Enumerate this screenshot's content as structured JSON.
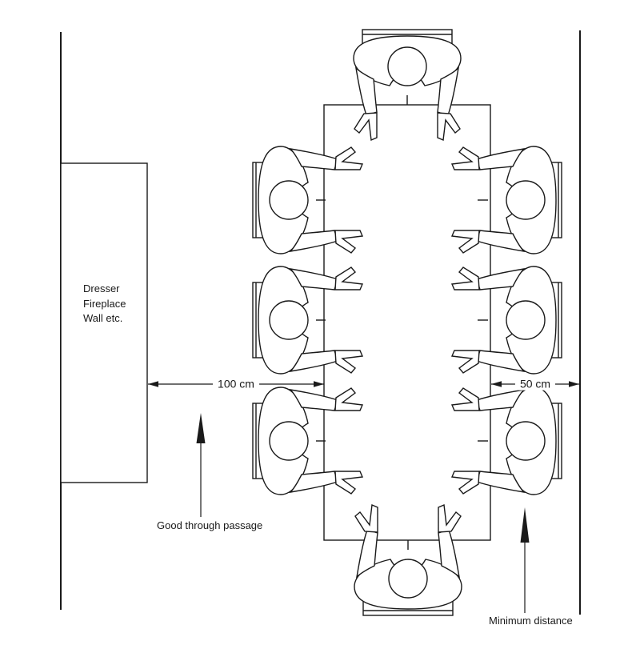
{
  "figure": {
    "background": "#ffffff",
    "ink": "#1a1a1a",
    "obstruction": {
      "lines": [
        "Dresser",
        "Fireplace",
        "Wall etc."
      ]
    },
    "left_clearance": {
      "value": "100 cm",
      "note": "Good through passage"
    },
    "right_clearance": {
      "value": "50 cm",
      "note": "Minimum distance"
    },
    "scene": {
      "table": "rectangular dining table, plan view",
      "chairs": 8,
      "seated_persons": 8,
      "walls": 2
    }
  }
}
